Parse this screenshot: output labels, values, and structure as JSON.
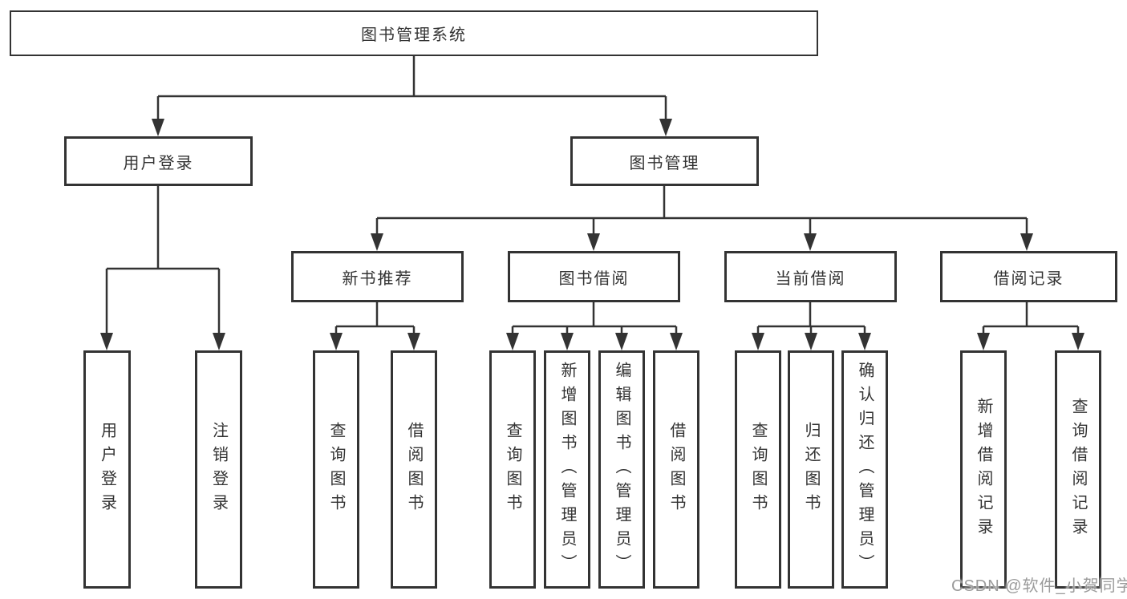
{
  "diagram_title": "图书管理系统",
  "tree": {
    "root": {
      "label": "图书管理系统"
    },
    "branches": [
      {
        "label": "用户登录",
        "children": [
          {
            "label": "用户登录"
          },
          {
            "label": "注销登录"
          }
        ]
      },
      {
        "label": "图书管理",
        "children": [
          {
            "label": "新书推荐",
            "children": [
              {
                "label": "查询图书"
              },
              {
                "label": "借阅图书"
              }
            ]
          },
          {
            "label": "图书借阅",
            "children": [
              {
                "label": "查询图书"
              },
              {
                "label": "新增图书（管理员）"
              },
              {
                "label": "编辑图书（管理员）"
              },
              {
                "label": "借阅图书"
              }
            ]
          },
          {
            "label": "当前借阅",
            "children": [
              {
                "label": "查询图书"
              },
              {
                "label": "归还图书"
              },
              {
                "label": "确认归还（管理员）"
              }
            ]
          },
          {
            "label": "借阅记录",
            "children": [
              {
                "label": "新增借阅记录"
              },
              {
                "label": "查询借阅记录"
              }
            ]
          }
        ]
      }
    ]
  },
  "watermark": "CSDN @软件_小贺同学",
  "colors": {
    "line": "#333333",
    "box_border": "#333333",
    "text": "#333333",
    "watermark": "#9b9b9b",
    "background": "#ffffff"
  }
}
